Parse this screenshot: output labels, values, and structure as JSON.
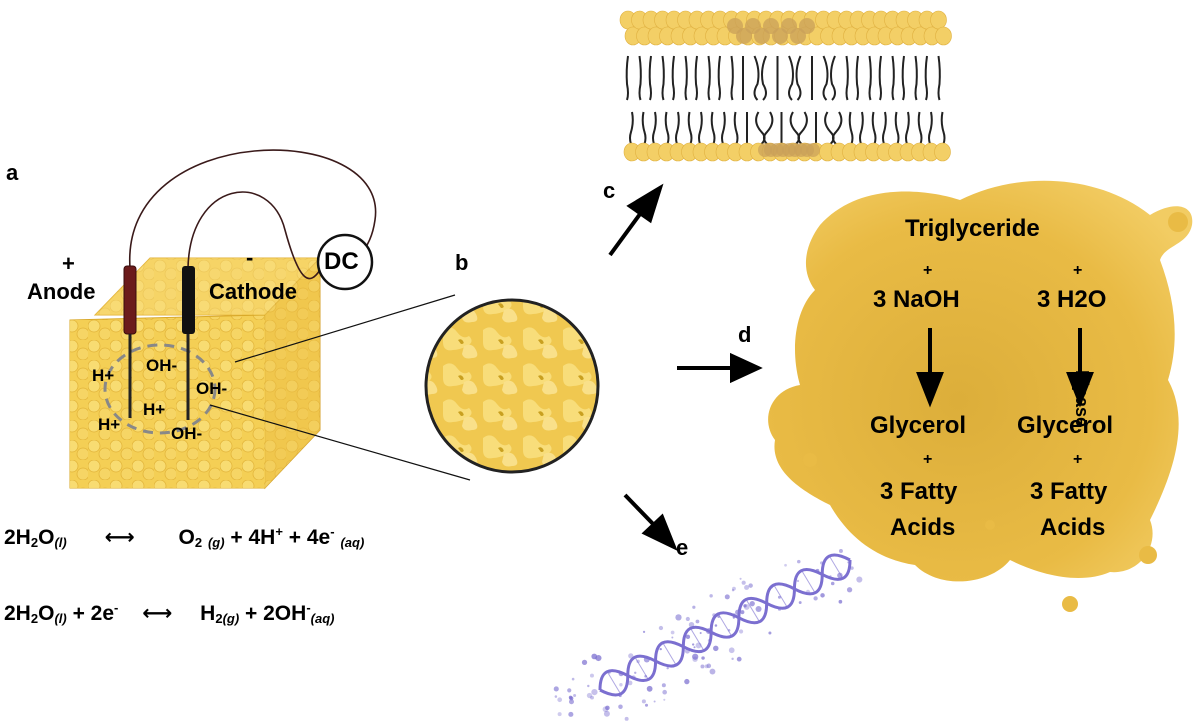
{
  "panels": {
    "a": "a",
    "b": "b",
    "c": "c",
    "d": "d",
    "e": "e"
  },
  "cell": {
    "anode_sign": "+",
    "anode": "Anode",
    "cathode_sign": "-",
    "cathode": "Cathode",
    "power": "DC",
    "ions": [
      "H+",
      "OH-",
      "OH-",
      "H+",
      "H+",
      "OH-"
    ]
  },
  "equations": {
    "anode": {
      "lhs_coef": "2H",
      "lhs_sub": "2",
      "lhs_o": "O",
      "lhs_state": "(l)",
      "arrow": "⟷",
      "r1": "O",
      "r1_sub": "2",
      "r1_state": "(g)",
      "r2": "+ 4H",
      "r2_sup": "+",
      "r3": "+ 4e",
      "r3_sup": "-",
      "r3_state": "(aq)"
    },
    "cathode": {
      "lhs_coef": "2H",
      "lhs_sub": "2",
      "lhs_o": "O",
      "lhs_state": "(l)",
      "lhs_plus": "+ 2e",
      "lhs_sup": "-",
      "arrow": "⟷",
      "r1": "H",
      "r1_sub": "2",
      "r1_state": "(g)",
      "r2": "+ 2OH",
      "r2_sup": "-",
      "r2_state": "(aq)"
    }
  },
  "saponification": {
    "top": "Triglyceride",
    "left": {
      "plus1": "+",
      "reagent": "3 NaOH",
      "product": "Glycerol",
      "plus2": "+",
      "acids1": "3 Fatty",
      "acids2": "Acids"
    },
    "right": {
      "plus1": "+",
      "reagent": "3 H2O",
      "enzyme": "Lipase",
      "product": "Glycerol",
      "plus2": "+",
      "acids1": "3 Fatty",
      "acids2": "Acids"
    }
  },
  "colors": {
    "fat": "#f2c94c",
    "fat_dark": "#d9a92a",
    "splat": "#e9b73c",
    "anode_lead": "#6b1b1b",
    "cathode_lead": "#111111",
    "dna": "#7b6fd0"
  }
}
